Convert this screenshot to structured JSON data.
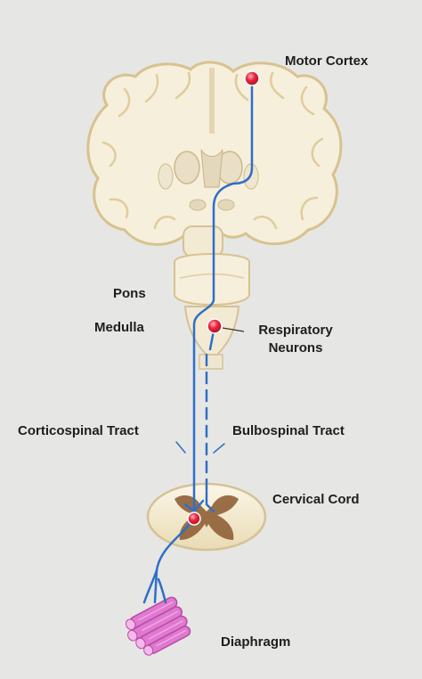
{
  "labels": {
    "motor_cortex": "Motor Cortex",
    "pons": "Pons",
    "medulla": "Medulla",
    "respiratory_neurons_line1": "Respiratory",
    "respiratory_neurons_line2": "Neurons",
    "corticospinal_tract": "Corticospinal Tract",
    "bulbospinal_tract": "Bulbospinal Tract",
    "cervical_cord": "Cervical Cord",
    "diaphragm": "Diaphragm"
  },
  "colors": {
    "background": "#e6e6e4",
    "brain_tissue": "#f6efdc",
    "brain_outline": "#d8c28e",
    "nerve_pathway": "#2f6fc8",
    "neuron_node": "#e8233e",
    "gray_matter": "#9a6b3c",
    "muscle": "#e07ad0"
  },
  "icons": {
    "neuron_node": "red-neuron-dot",
    "muscle_fibers": "muscle-bundle-icon"
  }
}
